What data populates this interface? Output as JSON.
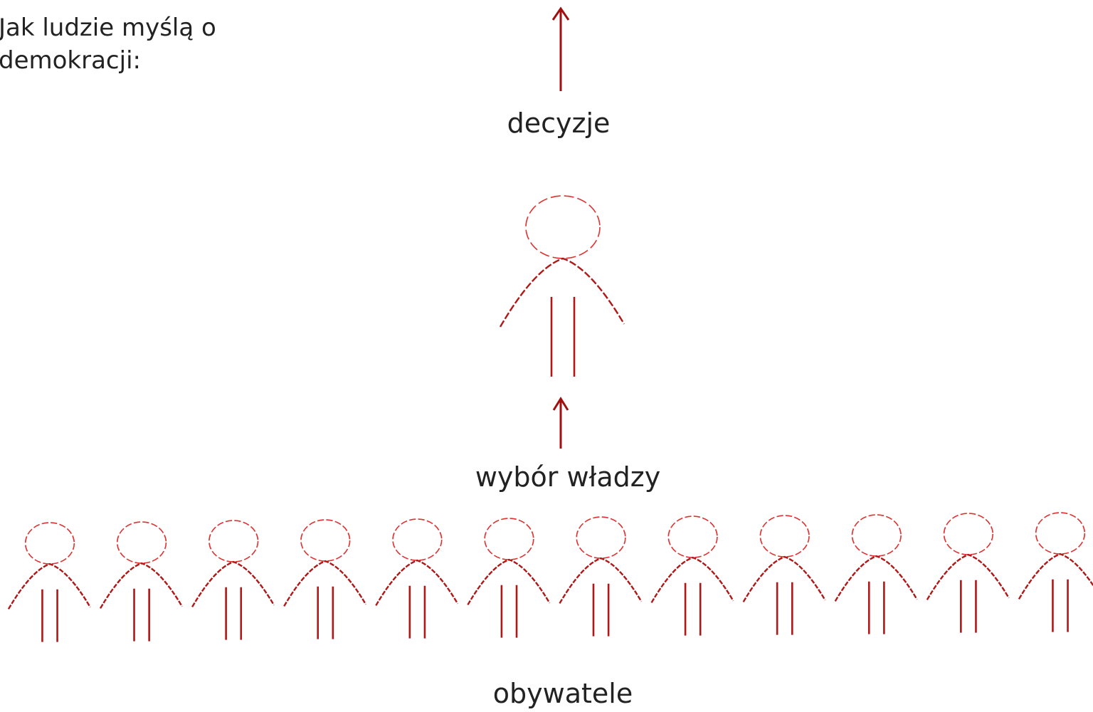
{
  "heading": {
    "line1": "Jak ludzie myślą o",
    "line2": "demokracji:"
  },
  "labels": {
    "decisions": "decyzje",
    "election": "wybór władzy",
    "citizens": "obywatele"
  },
  "figures": {
    "leader_count": 1,
    "citizen_count": 12
  },
  "colors": {
    "arrow": "#a01010",
    "head": "#e03030",
    "body": "#b01818",
    "text": "#222222"
  }
}
